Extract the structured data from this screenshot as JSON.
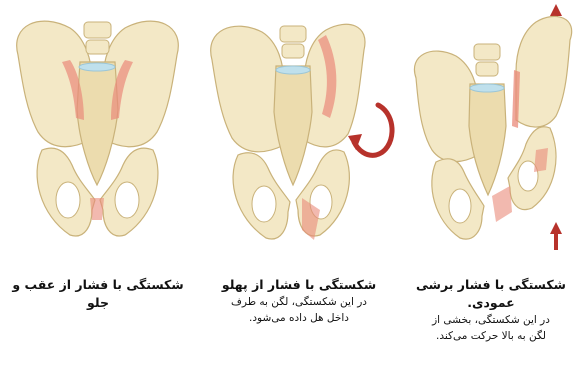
{
  "colors": {
    "bone": "#f3e8c6",
    "bone_shade": "#e3cf9c",
    "bone_outline": "#c9b27a",
    "cartilage": "#bfe0ec",
    "injury": "#e98a7a",
    "arrow": "#b7322b"
  },
  "panels": [
    {
      "title": "شکستگی با فشار از عقب و جلو",
      "lines": []
    },
    {
      "title": "شکستگی با فشار از پهلو",
      "lines": [
        "در این شکستگی، لگن به طرف",
        "داخل هل داده می‌شود."
      ]
    },
    {
      "title": "شکستگی با فشار برشی عمودی.",
      "lines": [
        "در این شکستگی، بخشی از",
        "لگن به بالا حرکت می‌کند."
      ]
    }
  ]
}
